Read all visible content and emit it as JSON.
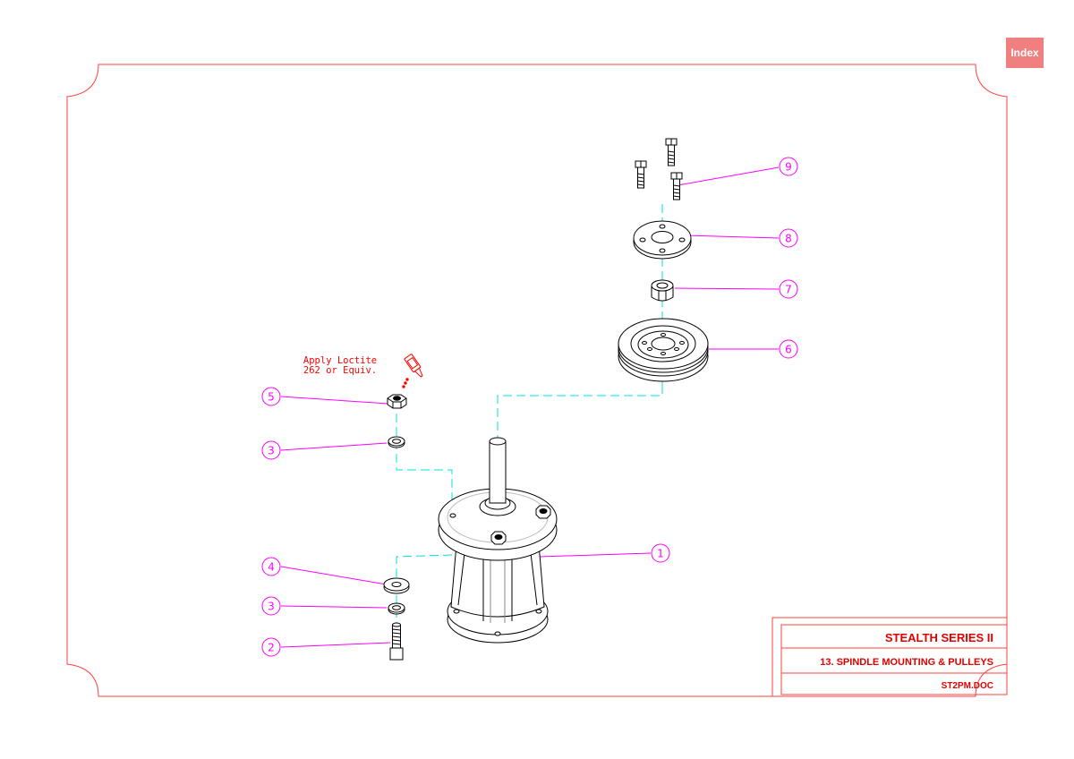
{
  "index_button": {
    "label": "Index"
  },
  "note": {
    "line1": "Apply Loctite",
    "line2": "262 or Equiv."
  },
  "title_block": {
    "series": "STEALTH SERIES II",
    "section": "13. SPINDLE MOUNTING & PULLEYS",
    "file": "ST2PM.DOC"
  },
  "balloons": [
    "9",
    "8",
    "7",
    "6",
    "5",
    "3",
    "1",
    "4",
    "3",
    "2"
  ],
  "colors": {
    "border": "#ff4040",
    "leader": "#ff00ff",
    "centerline": "#00e0e0",
    "part_outline": "#000000",
    "title_text": "#e00000",
    "index_bg": "#f08080"
  }
}
